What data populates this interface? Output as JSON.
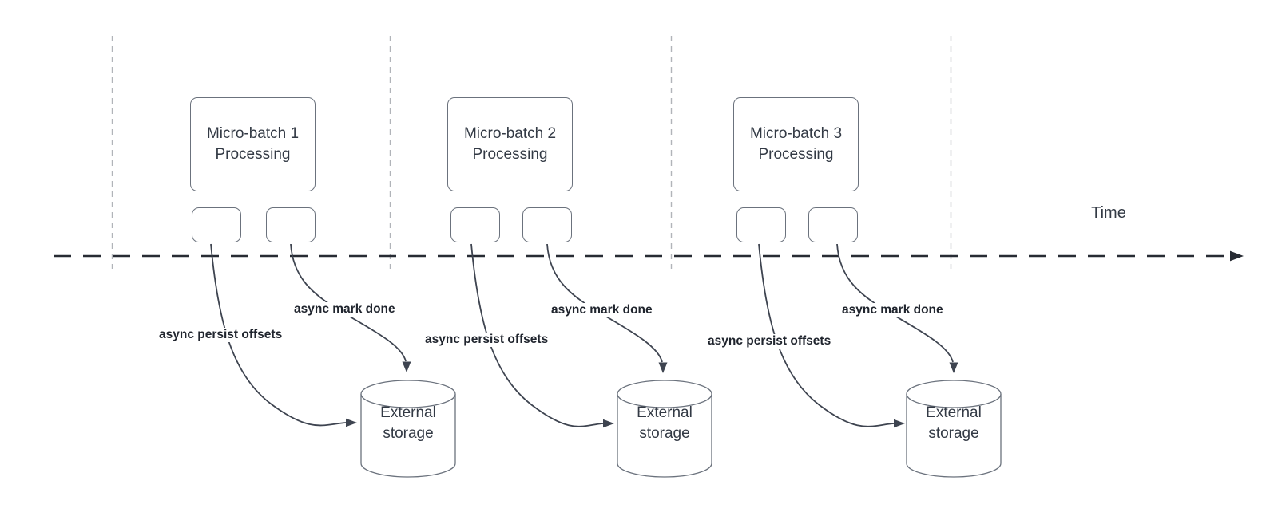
{
  "diagram": {
    "timeline": {
      "label": "Time"
    },
    "groups": [
      {
        "name": "micro-batch-1",
        "title": "Micro-batch 1\nProcessing",
        "persist_label": "async persist offsets",
        "markdone_label": "async mark done",
        "storage_label": "External\nstorage"
      },
      {
        "name": "micro-batch-2",
        "title": "Micro-batch 2\nProcessing",
        "persist_label": "async persist offsets",
        "markdone_label": "async mark done",
        "storage_label": "External\nstorage"
      },
      {
        "name": "micro-batch-3",
        "title": "Micro-batch 3\nProcessing",
        "persist_label": "async persist offsets",
        "markdone_label": "async mark done",
        "storage_label": "External\nstorage"
      }
    ],
    "colors": {
      "guide_line": "#b1b4b9",
      "timeline": "#272b33",
      "arrow": "#3e4450",
      "shape_border": "#6b727d",
      "text": "#333a45",
      "label_text": "#20252e",
      "background": "#ffffff"
    }
  }
}
